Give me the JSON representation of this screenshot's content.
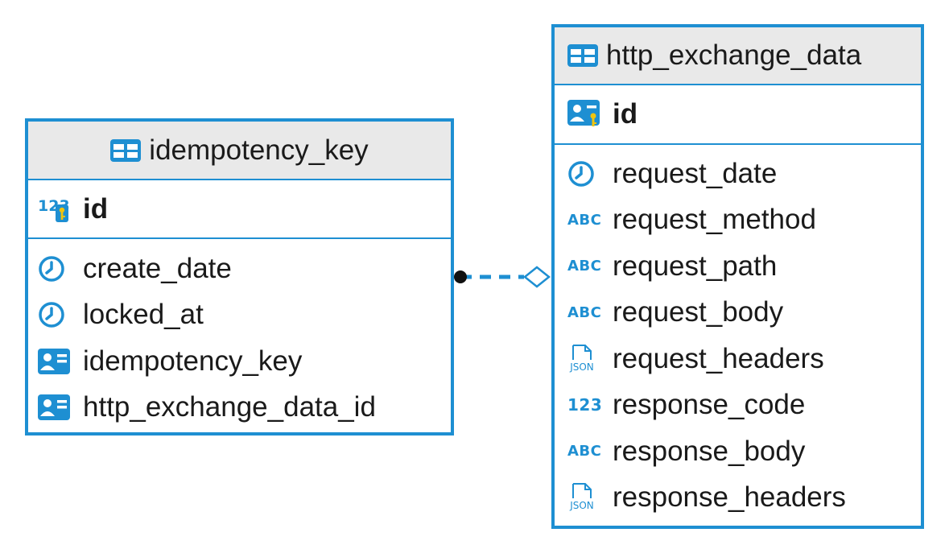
{
  "entities": {
    "left": {
      "name": "idempotency_key",
      "primary_key": {
        "name": "id",
        "icon": "pk-numeric-icon"
      },
      "columns": [
        {
          "name": "create_date",
          "icon": "clock-icon"
        },
        {
          "name": "locked_at",
          "icon": "clock-icon"
        },
        {
          "name": "idempotency_key",
          "icon": "id-card-icon"
        },
        {
          "name": "http_exchange_data_id",
          "icon": "id-card-icon"
        }
      ]
    },
    "right": {
      "name": "http_exchange_data",
      "primary_key": {
        "name": "id",
        "icon": "pk-idcard-icon"
      },
      "columns": [
        {
          "name": "request_date",
          "icon": "clock-icon"
        },
        {
          "name": "request_method",
          "icon": "abc-icon",
          "type_label": "ABC"
        },
        {
          "name": "request_path",
          "icon": "abc-icon",
          "type_label": "ABC"
        },
        {
          "name": "request_body",
          "icon": "abc-icon",
          "type_label": "ABC"
        },
        {
          "name": "request_headers",
          "icon": "json-icon",
          "type_label": "JSON"
        },
        {
          "name": "response_code",
          "icon": "numeric-icon",
          "type_label": "123"
        },
        {
          "name": "response_body",
          "icon": "abc-icon",
          "type_label": "ABC"
        },
        {
          "name": "response_headers",
          "icon": "json-icon",
          "type_label": "JSON"
        }
      ]
    }
  },
  "pk_numeric_label": "123",
  "relationship": {
    "from": "idempotency_key",
    "to": "http_exchange_data",
    "style": "dashed"
  },
  "colors": {
    "accent": "#1e8fd2",
    "header_bg": "#e9e9e9",
    "text": "#1a1a1a"
  }
}
